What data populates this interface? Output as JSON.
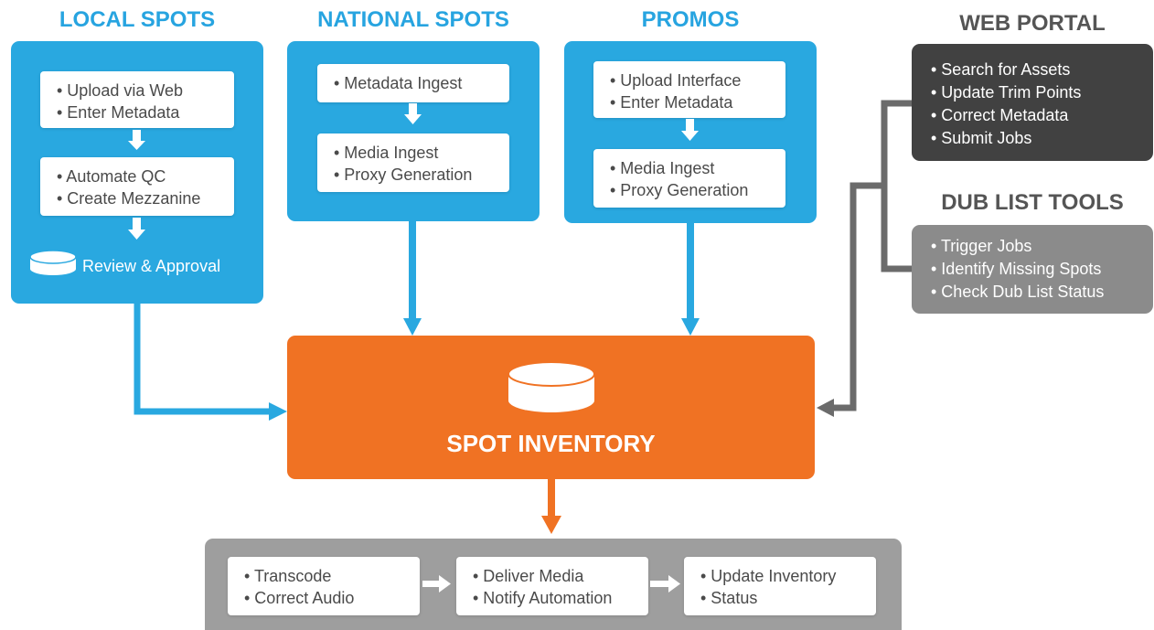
{
  "local_spots": {
    "title": "LOCAL SPOTS",
    "step1": [
      "• Upload via Web",
      "• Enter Metadata"
    ],
    "step2": [
      "• Automate QC",
      "• Create Mezzanine"
    ],
    "review": "Review & Approval"
  },
  "national_spots": {
    "title": "NATIONAL SPOTS",
    "step1": [
      "• Metadata Ingest"
    ],
    "step2": [
      "• Media Ingest",
      "• Proxy Generation"
    ]
  },
  "promos": {
    "title": "PROMOS",
    "step1": [
      "• Upload Interface",
      "• Enter Metadata"
    ],
    "step2": [
      "• Media Ingest",
      "• Proxy Generation"
    ]
  },
  "web_portal": {
    "title": "WEB PORTAL",
    "items": [
      "• Search for Assets",
      "• Update Trim Points",
      "• Correct Metadata",
      "• Submit Jobs"
    ]
  },
  "dub_list_tools": {
    "title": "DUB LIST TOOLS",
    "items": [
      "• Trigger Jobs",
      "• Identify Missing Spots",
      "• Check Dub List Status"
    ]
  },
  "spot_inventory": {
    "title": "SPOT INVENTORY"
  },
  "output": {
    "box1": [
      "• Transcode",
      "• Correct Audio"
    ],
    "box2": [
      "• Deliver Media",
      "• Notify Automation"
    ],
    "box3": [
      "• Update Inventory",
      "• Status"
    ]
  },
  "colors": {
    "blue": "#29a8e0",
    "orange": "#f07223",
    "dark_gray": "#414141",
    "gray": "#8b8b8b"
  }
}
